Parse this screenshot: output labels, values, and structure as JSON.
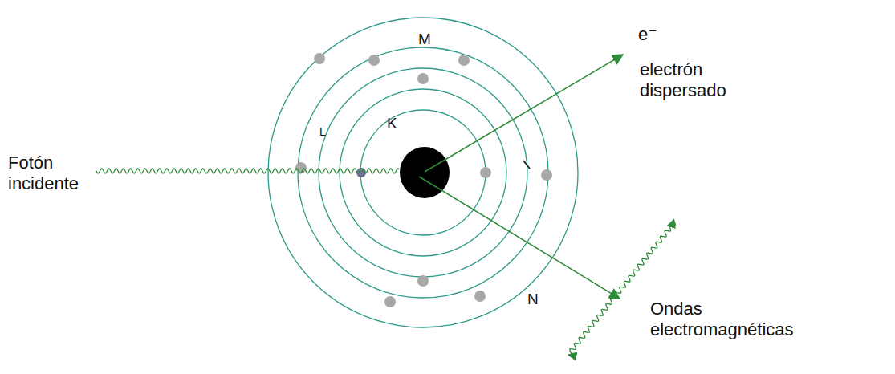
{
  "diagram": {
    "labels": [
      "Fotón incidente",
      "M",
      "K",
      "L",
      "N",
      "e⁻",
      "electrón dispersado",
      "Ondas electromagnéticas"
    ]
  }
}
